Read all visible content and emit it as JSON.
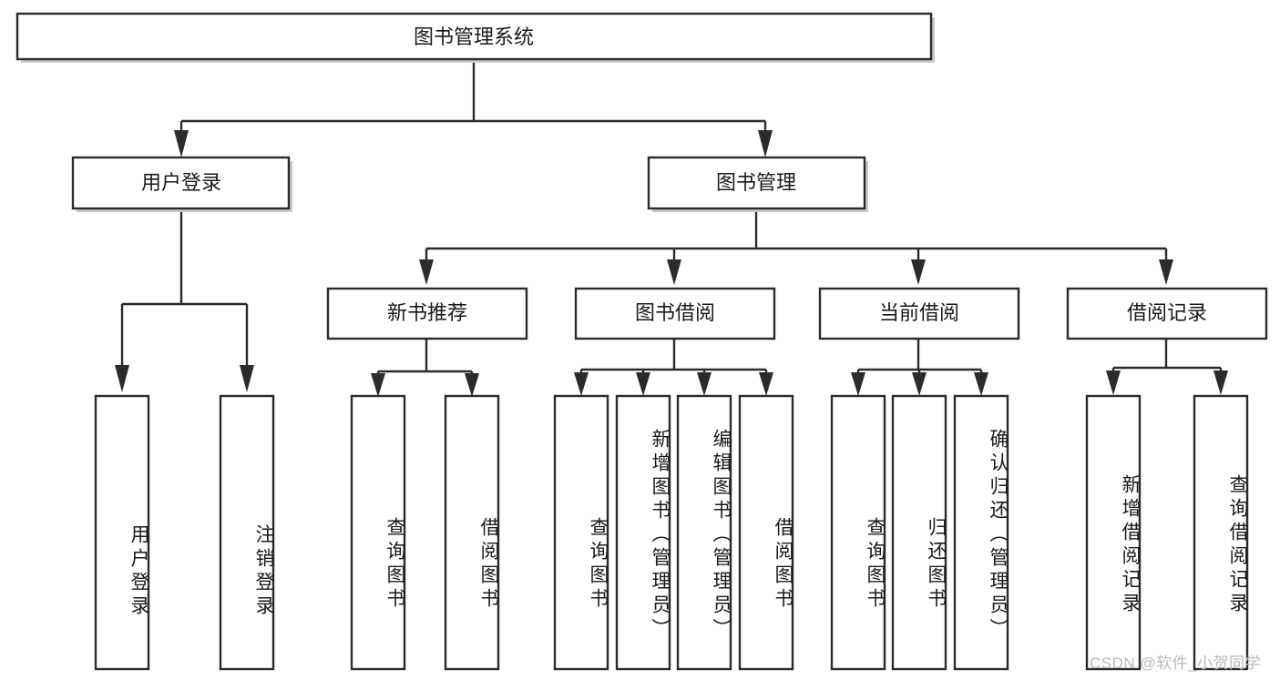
{
  "diagram": {
    "type": "hierarchy-tree",
    "title": "图书管理系统",
    "root": {
      "id": "root",
      "label": "图书管理系统"
    },
    "level1": [
      {
        "id": "user-login",
        "label": "用户登录"
      },
      {
        "id": "book-management",
        "label": "图书管理"
      }
    ],
    "level2": [
      {
        "id": "new-book-recommend",
        "label": "新书推荐",
        "parent": "book-management"
      },
      {
        "id": "book-borrow",
        "label": "图书借阅",
        "parent": "book-management"
      },
      {
        "id": "current-borrow",
        "label": "当前借阅",
        "parent": "book-management"
      },
      {
        "id": "borrow-record",
        "label": "借阅记录",
        "parent": "book-management"
      }
    ],
    "leaves": [
      {
        "id": "leaf-user-login",
        "label": "用户登录",
        "parent": "user-login"
      },
      {
        "id": "leaf-user-logout",
        "label": "注销登录",
        "parent": "user-login"
      },
      {
        "id": "leaf-query-book-1",
        "label": "查询图书",
        "parent": "new-book-recommend"
      },
      {
        "id": "leaf-borrow-book-1",
        "label": "借阅图书",
        "parent": "new-book-recommend"
      },
      {
        "id": "leaf-query-book-2",
        "label": "查询图书",
        "parent": "book-borrow"
      },
      {
        "id": "leaf-add-book",
        "label": "新增图书（管理员）",
        "parent": "book-borrow"
      },
      {
        "id": "leaf-edit-book",
        "label": "编辑图书（管理员）",
        "parent": "book-borrow"
      },
      {
        "id": "leaf-borrow-book-2",
        "label": "借阅图书",
        "parent": "book-borrow"
      },
      {
        "id": "leaf-query-book-3",
        "label": "查询图书",
        "parent": "current-borrow"
      },
      {
        "id": "leaf-return-book",
        "label": "归还图书",
        "parent": "current-borrow"
      },
      {
        "id": "leaf-confirm-return",
        "label": "确认归还（管理员）",
        "parent": "current-borrow"
      },
      {
        "id": "leaf-add-record",
        "label": "新增借阅记录",
        "parent": "borrow-record"
      },
      {
        "id": "leaf-query-record",
        "label": "查询借阅记录",
        "parent": "borrow-record"
      }
    ],
    "colors": {
      "stroke": "#2b2b2b",
      "fill": "#ffffff",
      "text": "#1a1a1a",
      "watermark": "#b9b9b9",
      "background": "#ffffff"
    }
  },
  "watermark": {
    "text": "CSDN @软件_小贺同学"
  }
}
